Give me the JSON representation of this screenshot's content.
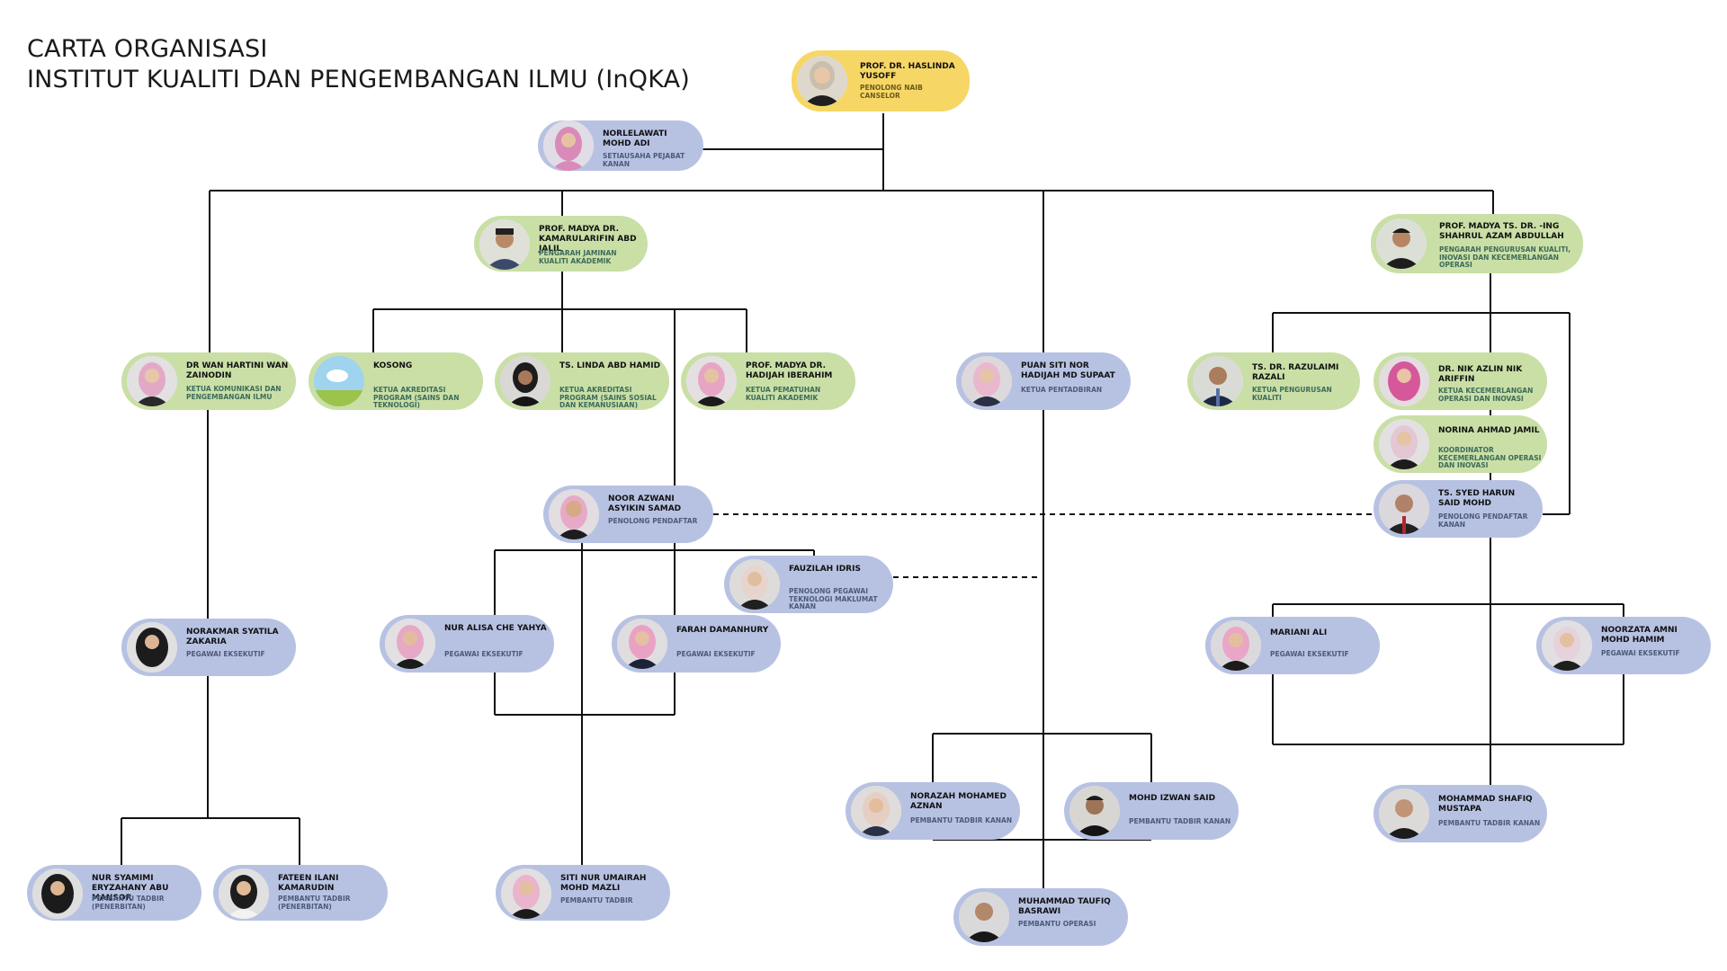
{
  "header": {
    "line1": "CARTA ORGANISASI",
    "line2": "INSTITUT KUALITI DAN PENGEMBANGAN ILMU (InQKA)"
  },
  "colors": {
    "yellow": "#f6d766",
    "green": "#c9dfa6",
    "blue": "#b7c2e3",
    "line": "#111111"
  },
  "nodes": {
    "haslinda": {
      "name": "PROF. DR. HASLINDA YUSOFF",
      "role": "PENOLONG NAIB CANSELOR"
    },
    "norlelawati": {
      "name": "NORLELAWATI MOHD ADI",
      "role": "SETIAUSAHA PEJABAT KANAN"
    },
    "kamarularifin": {
      "name": "PROF. MADYA DR. KAMARULARIFIN ABD JALIL",
      "role": "PENGARAH JAMINAN KUALITI AKADEMIK"
    },
    "shahrul": {
      "name": "PROF. MADYA TS. DR. -ING SHAHRUL AZAM ABDULLAH",
      "role": "PENGARAH PENGURUSAN KUALITI, INOVASI DAN KECEMERLANGAN OPERASI"
    },
    "wanhartini": {
      "name": "DR WAN HARTINI WAN ZAINODIN",
      "role": "KETUA KOMUNIKASI DAN PENGEMBANGAN ILMU"
    },
    "kosong": {
      "name": "KOSONG",
      "role": "KETUA AKREDITASI PROGRAM (SAINS DAN TEKNOLOGI)"
    },
    "linda": {
      "name": "TS. LINDA ABD HAMID",
      "role": "KETUA AKREDITASI PROGRAM (SAINS SOSIAL DAN KEMANUSIAAN)"
    },
    "hadijah_ib": {
      "name": "PROF. MADYA DR. HADIJAH IBERAHIM",
      "role": "KETUA PEMATUHAN KUALITI AKADEMIK"
    },
    "sitinor": {
      "name": "PUAN SITI NOR HADIJAH MD SUPAAT",
      "role": "KETUA PENTADBIRAN"
    },
    "razulaimi": {
      "name": "TS. DR. RAZULAIMI RAZALI",
      "role": "KETUA PENGURUSAN KUALITI"
    },
    "nikazlin": {
      "name": "DR. NIK AZLIN NIK ARIFFIN",
      "role": "KETUA KECEMERLANGAN OPERASI DAN INOVASI"
    },
    "norina": {
      "name": "NORINA AHMAD JAMIL",
      "role": "KOORDINATOR KECEMERLANGAN OPERASI DAN INOVASI"
    },
    "syedharun": {
      "name": "TS. SYED HARUN SAID MOHD",
      "role": "PENOLONG PENDAFTAR KANAN"
    },
    "noorazwani": {
      "name": "NOOR AZWANI ASYIKIN SAMAD",
      "role": "PENOLONG PENDAFTAR"
    },
    "fauzilah": {
      "name": "FAUZILAH IDRIS",
      "role": "PENOLONG PEGAWAI TEKNOLOGI MAKLUMAT KANAN"
    },
    "norakmar": {
      "name": "NORAKMAR SYATILA ZAKARIA",
      "role": "PEGAWAI EKSEKUTIF"
    },
    "nuralisa": {
      "name": "NUR ALISA CHE YAHYA",
      "role": "PEGAWAI EKSEKUTIF"
    },
    "farah": {
      "name": "FARAH DAMANHURY",
      "role": "PEGAWAI EKSEKUTIF"
    },
    "mariani": {
      "name": "MARIANI ALI",
      "role": "PEGAWAI EKSEKUTIF"
    },
    "noorzata": {
      "name": "NOORZATA AMNI MOHD HAMIM",
      "role": "PEGAWAI EKSEKUTIF"
    },
    "norazah": {
      "name": "NORAZAH MOHAMED AZNAN",
      "role": "PEMBANTU TADBIR KANAN"
    },
    "izwan": {
      "name": "MOHD IZWAN SAID",
      "role": "PEMBANTU TADBIR KANAN"
    },
    "shafiq": {
      "name": "MOHAMMAD SHAFIQ MUSTAPA",
      "role": "PEMBANTU TADBIR KANAN"
    },
    "taufiq": {
      "name": "MUHAMMAD TAUFIQ BASRAWI",
      "role": "PEMBANTU OPERASI"
    },
    "syamimi": {
      "name": "NUR SYAMIMI ERYZAHANY ABU MANSOR",
      "role": "PEMBANTU TADBIR (PENERBITAN)"
    },
    "fateen": {
      "name": "FATEEN ILANI KAMARUDIN",
      "role": "PEMBANTU TADBIR (PENERBITAN)"
    },
    "umairah": {
      "name": "SITI NUR UMAIRAH MOHD MAZLI",
      "role": "PEMBANTU TADBIR"
    }
  }
}
